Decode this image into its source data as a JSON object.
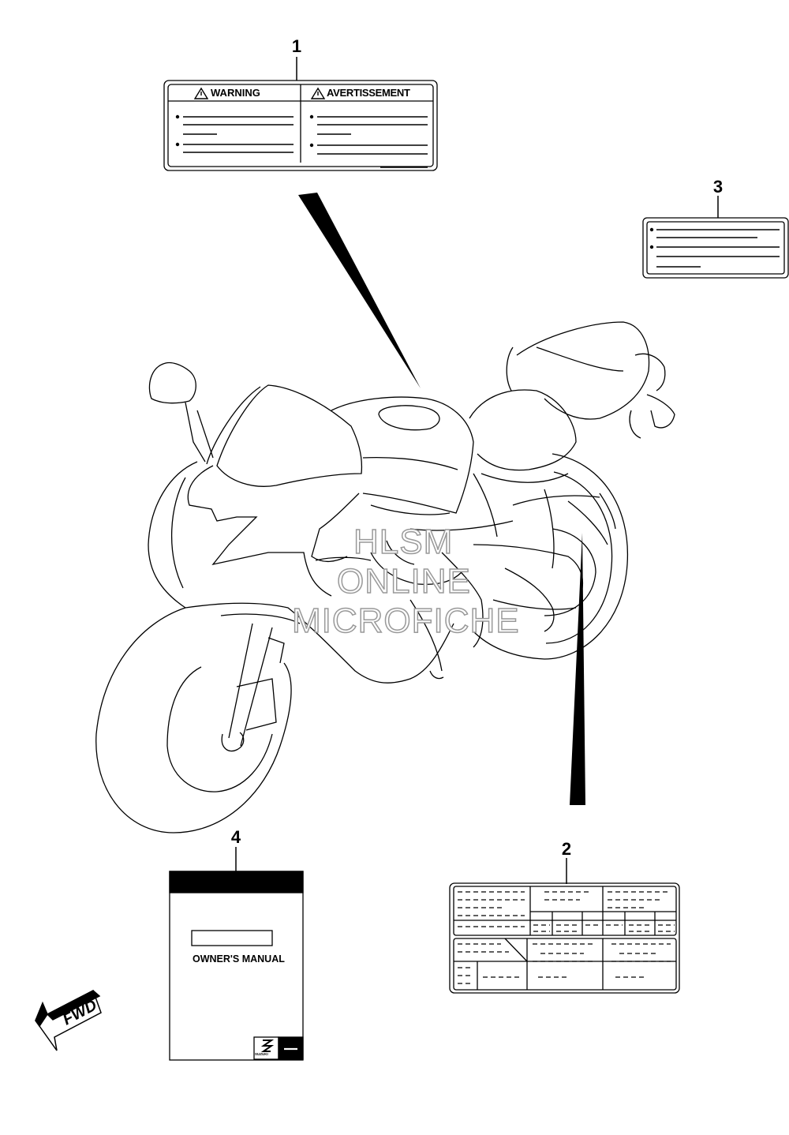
{
  "callouts": {
    "c1": "1",
    "c2": "2",
    "c3": "3",
    "c4": "4"
  },
  "label1": {
    "left_title": "WARNING",
    "right_title": "AVERTISSEMENT"
  },
  "manual": {
    "title": "OWNER'S MANUAL",
    "brand": "SUZUKI"
  },
  "fwd_arrow": {
    "text": "FWD"
  },
  "watermark": {
    "line1": "HLSM",
    "line2": "ONLINE",
    "line3": "MICROFICHE"
  },
  "icons": [
    "warning-triangle-icon",
    "suzuki-logo-icon",
    "fwd-arrow-icon"
  ]
}
